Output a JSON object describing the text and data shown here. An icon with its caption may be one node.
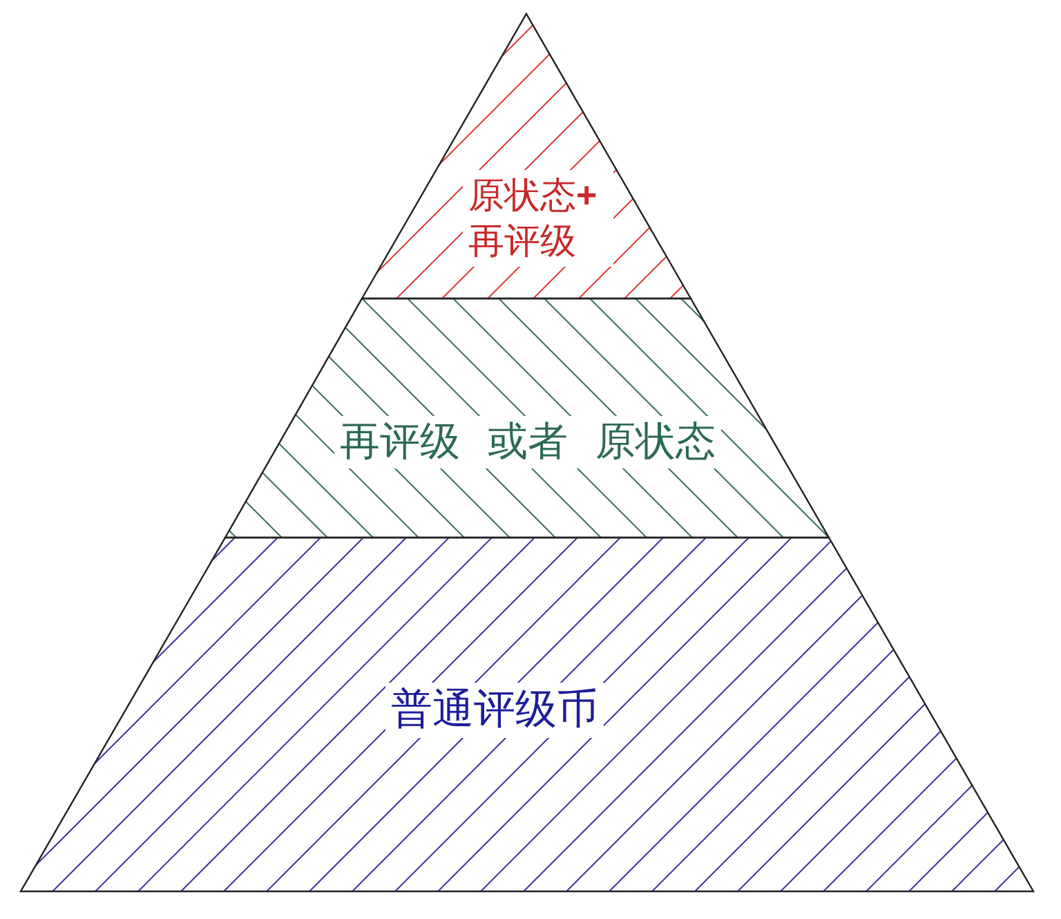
{
  "diagram": {
    "nodes": [
      {
        "text": [
          "原状态**+**再评级"
        ]
      },
      {
        "text": [
          "再评级 或者 原状态"
        ]
      },
      {
        "text": [
          "普通评级币"
        ]
      }
    ]
  }
}
